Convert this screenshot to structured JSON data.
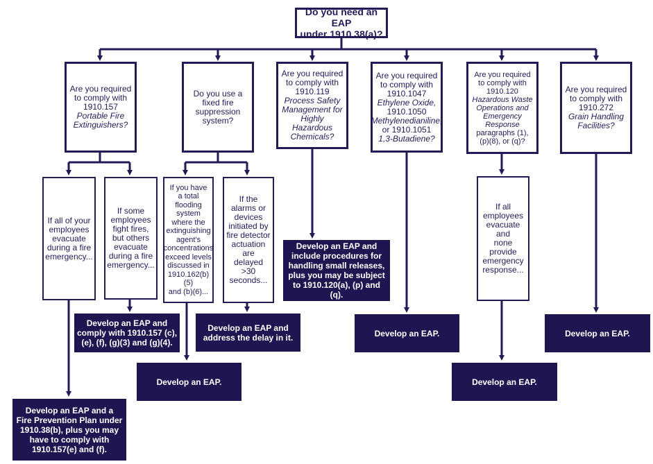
{
  "root": {
    "line1": "Do you need an EAP",
    "line2": "under 1910.38(a)?"
  },
  "q_157": {
    "l1": "Are you required",
    "l2": "to comply with",
    "l3": "1910.157",
    "i1": "Portable Fire",
    "i2": "Extinguishers?"
  },
  "q_fixed": {
    "l1": "Do you use a",
    "l2": "fixed fire",
    "l3": "suppression",
    "l4": "system?"
  },
  "q_119": {
    "l1": "Are you required",
    "l2": "to comply with",
    "l3": "1910.119",
    "i1": "Process Safety",
    "i2": "Management for",
    "i3": "Highly Hazardous",
    "i4": "Chemicals?"
  },
  "q_1047": {
    "l1": "Are you required",
    "l2": "to comply with",
    "l3": "1910.1047",
    "i1": "Ethylene Oxide,",
    "l4": "1910.1050",
    "i2": "Methylenedianiline,",
    "l5": "or 1910.1051",
    "i3": "1,3-Butadiene?"
  },
  "q_120": {
    "l1": "Are you required",
    "l2": "to comply with",
    "l3": "1910.120",
    "i1": "Hazardous Waste",
    "i2": "Operations and",
    "i3": "Emergency",
    "i4": "Response",
    "l4": "paragraphs (1),",
    "l5": "(p)(8), or (q)?"
  },
  "q_272": {
    "l1": "Are you required",
    "l2": "to comply with",
    "l3": "1910.272",
    "i1": "Grain Handling",
    "i2": "Facilities?"
  },
  "c_all_evac": {
    "l1": "If all of your",
    "l2": "employees",
    "l3": "evacuate",
    "l4": "during a fire",
    "l5": "emergency..."
  },
  "c_some_fight": {
    "l1": "If some",
    "l2": "employees",
    "l3": "fight fires,",
    "l4": "but others",
    "l5": "evacuate",
    "l6": "during a fire",
    "l7": "emergency..."
  },
  "c_flooding": {
    "l1": "If you have",
    "l2": "a total",
    "l3": "flooding",
    "l4": "system",
    "l5": "where the",
    "l6": "extinguishing",
    "l7": "agent's",
    "l8": "concentrations",
    "l9": "exceed levels",
    "l10": "discussed in",
    "l11": "1910.162(b)(5)",
    "l12": "and (b)(6)..."
  },
  "c_alarms": {
    "l1": "If the",
    "l2": "alarms or",
    "l3": "devices",
    "l4": "initiated by",
    "l5": "fire detector",
    "l6": "actuation are",
    "l7": "delayed >30",
    "l8": "seconds..."
  },
  "c_120_evac": {
    "l1": "If all",
    "l2": "employees",
    "l3": "evacuate",
    "l4": "and",
    "l5": "none",
    "l6": "provide",
    "l7": "emergency",
    "l8": "response..."
  },
  "a_fpp": {
    "l1": "Develop an EAP and a",
    "l2": "Fire Prevention Plan under",
    "l3": "1910.38(b), plus you may",
    "l4": "have to comply with",
    "l5": "1910.157(e) and (f)."
  },
  "a_157c": {
    "l1": "Develop an EAP and",
    "l2": "comply with 1910.157 (c),",
    "l3": "(e), (f), (g)(3) and (g)(4)."
  },
  "a_flooding": {
    "l1": "Develop an EAP."
  },
  "a_delay": {
    "l1": "Develop an EAP and",
    "l2": "address the delay in it."
  },
  "a_119": {
    "l1": "Develop an EAP and",
    "l2": "include procedures for",
    "l3": "handling small releases,",
    "l4": "plus you may be subject",
    "l5": "to 1910.120(a), (p) and (q)."
  },
  "a_1047": {
    "l1": "Develop an EAP."
  },
  "a_120": {
    "l1": "Develop an EAP."
  },
  "a_272": {
    "l1": "Develop an EAP."
  }
}
